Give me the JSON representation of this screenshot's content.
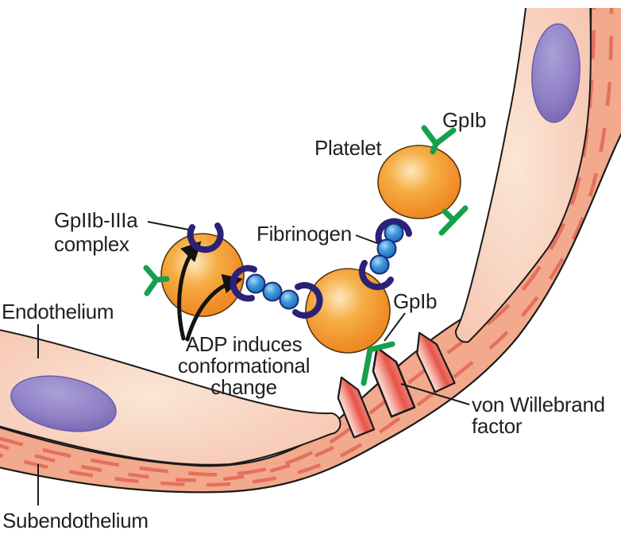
{
  "title": "Platelet adhesion and aggregation at injured vessel wall",
  "labels": {
    "gpiib_iiia_line1": "GpIIb-IIIa",
    "gpiib_iiia_line2": "complex",
    "platelet": "Platelet",
    "gpib_top": "GpIb",
    "fibrinogen": "Fibrinogen",
    "gpib_bottom": "GpIb",
    "adp_line1": "ADP induces",
    "adp_line2": "conformational",
    "adp_line3": "change",
    "endothelium": "Endothelium",
    "subendothelium": "Subendothelium",
    "vwf_line1": "von Willebrand",
    "vwf_line2": "factor"
  },
  "colors": {
    "label_text": "#242021",
    "outline_black": "#1A1A1A",
    "platelet_orange": "#F0891F",
    "receptor_green": "#16A04C",
    "complex_navy": "#2B2178",
    "fibrinogen_blue": "#2F7CC6",
    "vwf_red": "#E85348",
    "endothelium_pink": "#F8D0BD",
    "subendothelium_salmon": "#F3A98B",
    "collagen_dash": "#E4705F",
    "nucleus_purple": "#8F80C5"
  }
}
